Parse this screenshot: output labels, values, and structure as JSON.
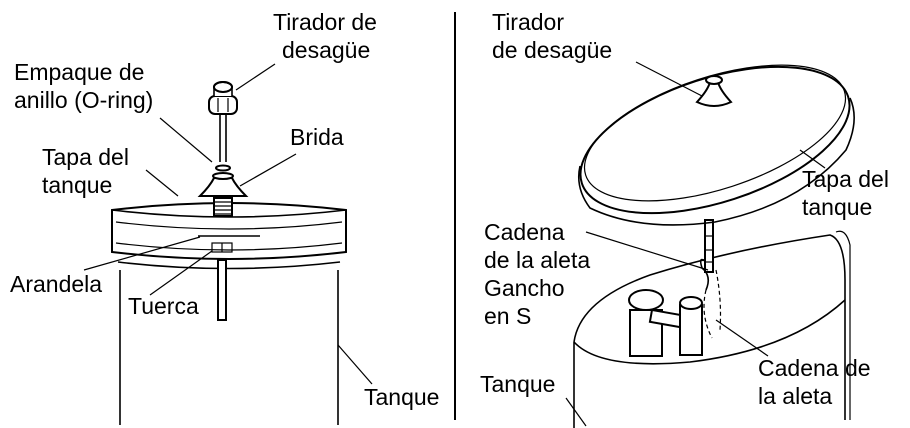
{
  "left": {
    "drain_handle_l1": "Tirador de",
    "drain_handle_l2": "desagüe",
    "oring_l1": "Empaque de",
    "oring_l2": "anillo (O-ring)",
    "flange": "Brida",
    "lid_l1": "Tapa del",
    "lid_l2": "tanque",
    "washer": "Arandela",
    "nut": "Tuerca",
    "tank": "Tanque"
  },
  "right": {
    "drain_handle_l1": "Tirador",
    "drain_handle_l2": "de desagüe",
    "lid_l1": "Tapa del",
    "lid_l2": "tanque",
    "flapper_chain_l1": "Cadena",
    "flapper_chain_l2": "de la aleta",
    "s_hook_l1": "Gancho",
    "s_hook_l2": "en S",
    "flapper_chain2_l1": "Cadena de",
    "flapper_chain2_l2": "la aleta",
    "tank": "Tanque"
  }
}
